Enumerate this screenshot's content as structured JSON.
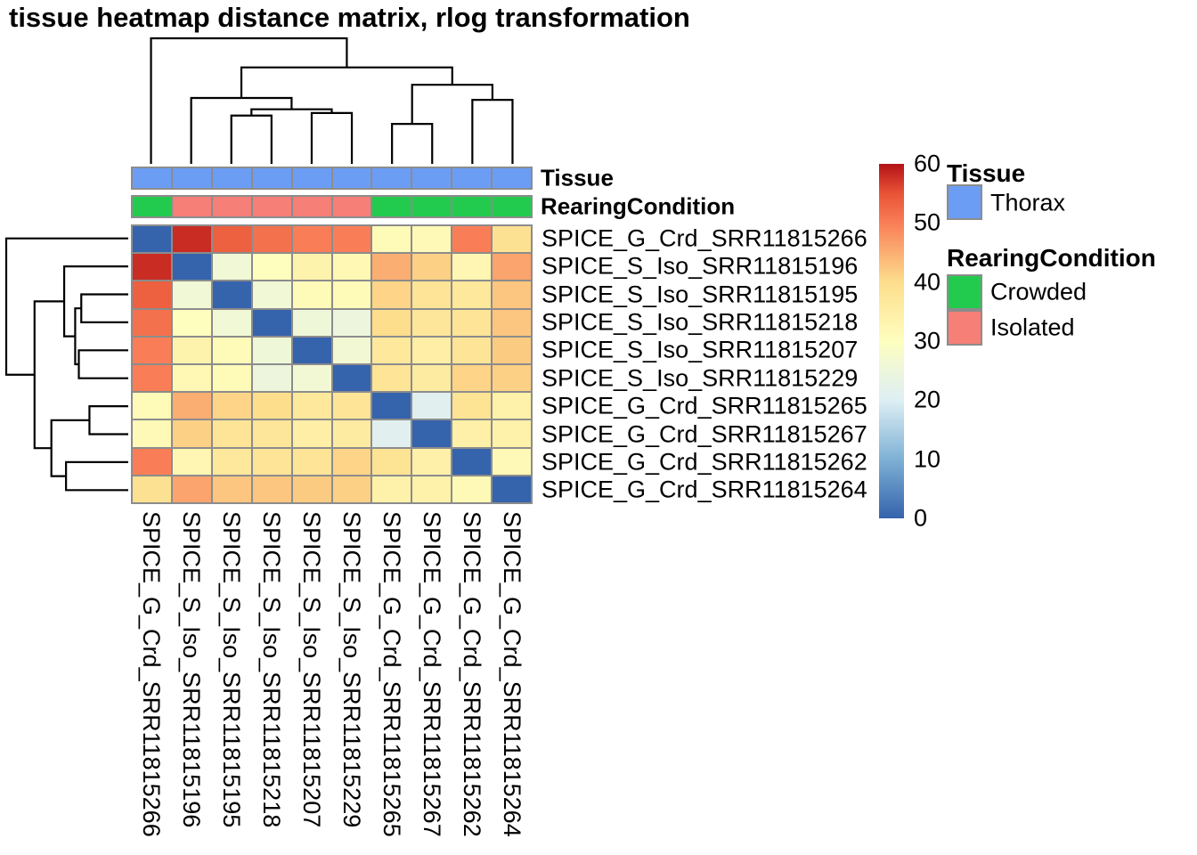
{
  "title": "tissue heatmap distance matrix, rlog transformation",
  "annotation_tracks": {
    "tissue_label": "Tissue",
    "rearing_label": "RearingCondition",
    "tissue_per_column": [
      "Thorax",
      "Thorax",
      "Thorax",
      "Thorax",
      "Thorax",
      "Thorax",
      "Thorax",
      "Thorax",
      "Thorax",
      "Thorax"
    ],
    "rearing_per_column": [
      "Crowded",
      "Isolated",
      "Isolated",
      "Isolated",
      "Isolated",
      "Isolated",
      "Crowded",
      "Crowded",
      "Crowded",
      "Crowded"
    ]
  },
  "legend": {
    "tissue_title": "Tissue",
    "tissue_items": [
      {
        "label": "Thorax",
        "color": "#6C9DF5"
      }
    ],
    "rearing_title": "RearingCondition",
    "rearing_items": [
      {
        "label": "Crowded",
        "color": "#22CB4D"
      },
      {
        "label": "Isolated",
        "color": "#F67F77"
      }
    ]
  },
  "colorbar": {
    "min": 0,
    "max": 60,
    "ticks": [
      60,
      50,
      40,
      30,
      20,
      10,
      0
    ]
  },
  "chart_data": {
    "type": "heatmap",
    "title": "tissue heatmap distance matrix, rlog transformation",
    "rows": [
      "SPICE_G_Crd_SRR11815266",
      "SPICE_S_Iso_SRR11815196",
      "SPICE_S_Iso_SRR11815195",
      "SPICE_S_Iso_SRR11815218",
      "SPICE_S_Iso_SRR11815207",
      "SPICE_S_Iso_SRR11815229",
      "SPICE_G_Crd_SRR11815265",
      "SPICE_G_Crd_SRR11815267",
      "SPICE_G_Crd_SRR11815262",
      "SPICE_G_Crd_SRR11815264"
    ],
    "columns": [
      "SPICE_G_Crd_SRR11815266",
      "SPICE_S_Iso_SRR11815196",
      "SPICE_S_Iso_SRR11815195",
      "SPICE_S_Iso_SRR11815218",
      "SPICE_S_Iso_SRR11815207",
      "SPICE_S_Iso_SRR11815229",
      "SPICE_G_Crd_SRR11815265",
      "SPICE_G_Crd_SRR11815267",
      "SPICE_G_Crd_SRR11815262",
      "SPICE_G_Crd_SRR11815264"
    ],
    "matrix": [
      [
        0,
        58,
        53.5,
        51.5,
        50,
        50,
        31,
        31.5,
        50,
        39
      ],
      [
        58,
        0,
        26,
        30,
        33.5,
        32,
        45,
        41.5,
        32.5,
        46
      ],
      [
        53.5,
        26,
        0,
        26,
        31,
        31,
        41,
        38,
        37,
        42.5
      ],
      [
        51.5,
        30,
        26,
        0,
        25.5,
        25,
        40,
        37.5,
        38,
        42.5
      ],
      [
        50,
        33.5,
        31,
        25.5,
        0,
        26.5,
        37,
        35,
        38,
        42
      ],
      [
        50,
        32,
        31,
        25,
        26.5,
        0,
        38,
        36,
        41,
        41.5
      ],
      [
        31,
        45,
        41,
        40,
        37,
        38,
        0,
        21,
        38.5,
        34
      ],
      [
        31.5,
        41.5,
        38,
        37.5,
        35,
        36,
        21,
        0,
        34.5,
        34
      ],
      [
        50,
        32.5,
        37,
        38,
        38,
        41,
        38.5,
        34.5,
        0,
        31.5
      ],
      [
        39,
        46,
        42.5,
        42.5,
        42,
        41.5,
        34,
        34,
        31.5,
        0
      ]
    ],
    "value_range": [
      0,
      60
    ],
    "colormap_stops": [
      [
        0,
        "#3563AC"
      ],
      [
        10,
        "#7EB1D5"
      ],
      [
        20,
        "#DEEFF4"
      ],
      [
        25,
        "#EDF6DC"
      ],
      [
        30,
        "#FEFEBE"
      ],
      [
        40,
        "#FDDE8D"
      ],
      [
        50,
        "#F97E57"
      ],
      [
        55,
        "#E85336"
      ],
      [
        60,
        "#B31217"
      ]
    ],
    "grid_line_color": "#8C8C8C",
    "legend_position": "right",
    "column_annotation": {
      "Tissue": [
        "Thorax",
        "Thorax",
        "Thorax",
        "Thorax",
        "Thorax",
        "Thorax",
        "Thorax",
        "Thorax",
        "Thorax",
        "Thorax"
      ],
      "RearingCondition": [
        "Crowded",
        "Isolated",
        "Isolated",
        "Isolated",
        "Isolated",
        "Isolated",
        "Crowded",
        "Crowded",
        "Crowded",
        "Crowded"
      ]
    },
    "dendrogram": {
      "nodes": [
        {
          "id": "n1",
          "a": "L2",
          "b": "L3",
          "h": 0.385
        },
        {
          "id": "n2",
          "a": "L4",
          "b": "L5",
          "h": 0.405
        },
        {
          "id": "n3",
          "a": "n1",
          "b": "n2",
          "h": 0.435
        },
        {
          "id": "n4",
          "a": "L1",
          "b": "n3",
          "h": 0.525
        },
        {
          "id": "n5",
          "a": "L6",
          "b": "L7",
          "h": 0.318
        },
        {
          "id": "n6",
          "a": "L8",
          "b": "L9",
          "h": 0.51
        },
        {
          "id": "n7",
          "a": "n5",
          "b": "n6",
          "h": 0.63
        },
        {
          "id": "n8",
          "a": "n4",
          "b": "n7",
          "h": 0.768
        },
        {
          "id": "n9",
          "a": "L0",
          "b": "n8",
          "h": 1.0
        }
      ]
    }
  }
}
